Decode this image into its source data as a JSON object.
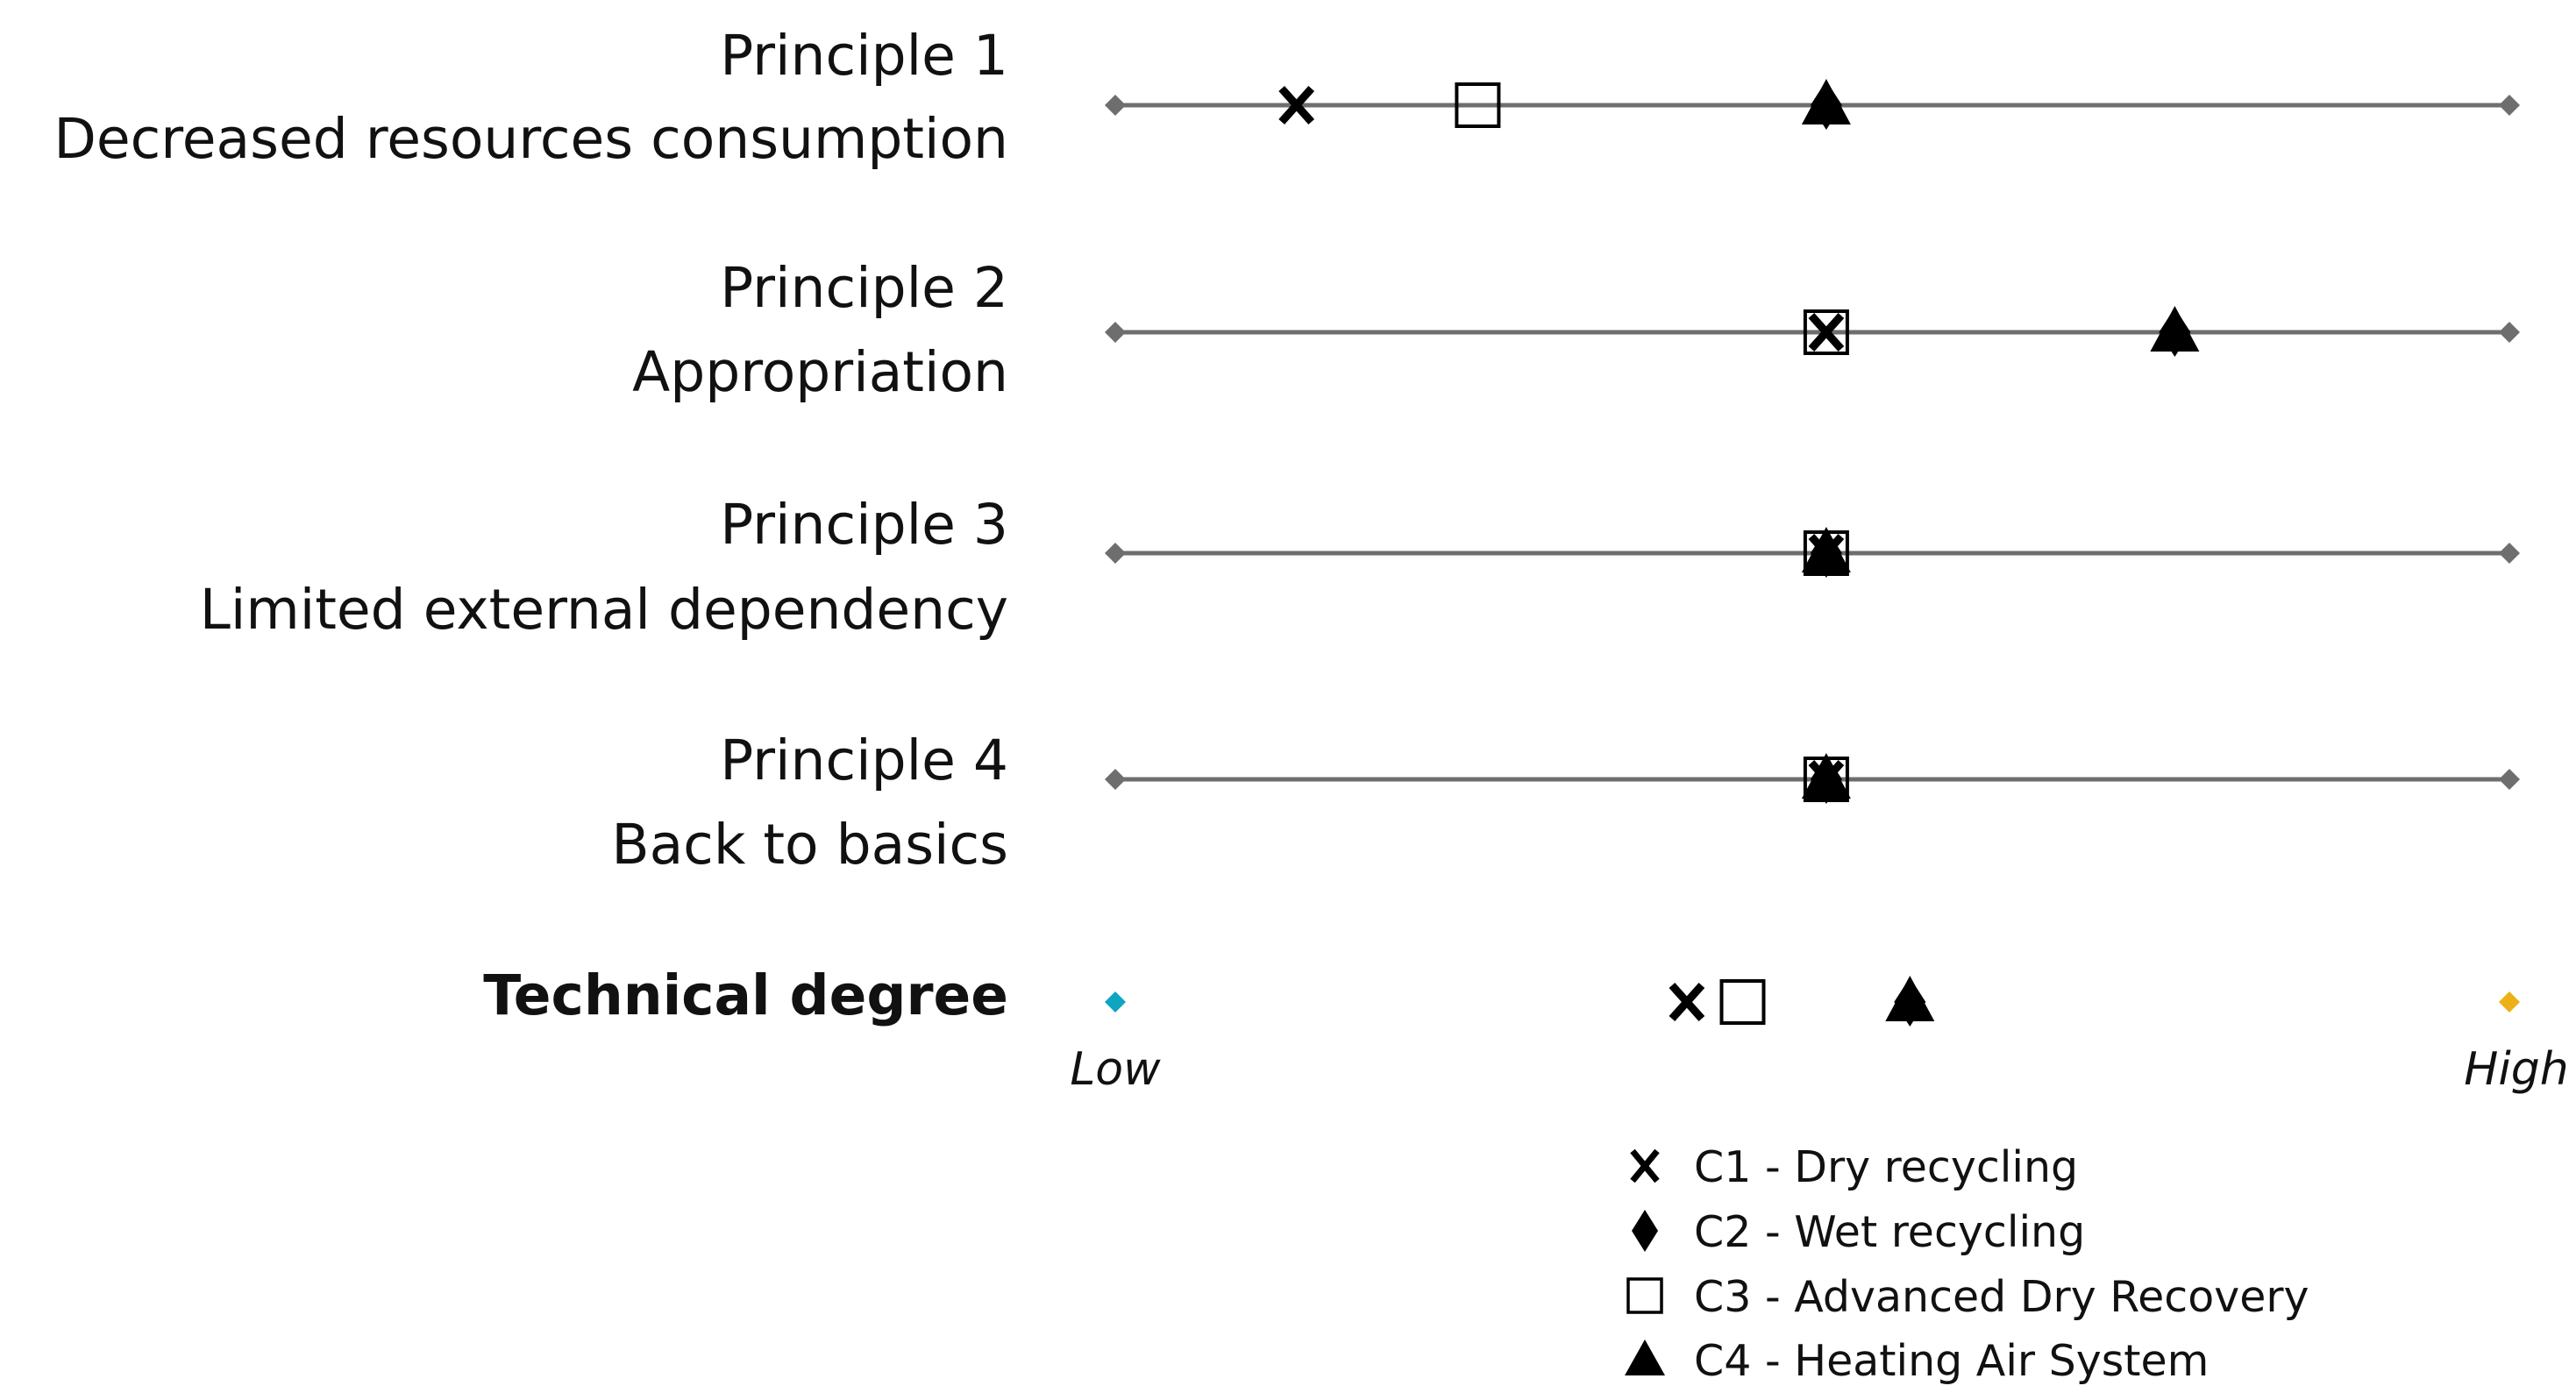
{
  "chart_data": {
    "type": "scatter",
    "x_range": [
      0,
      1
    ],
    "x_tick_labels": {
      "low": "Low",
      "high": "High"
    },
    "series": [
      {
        "name": "C1 - Dry recycling",
        "marker": "x"
      },
      {
        "name": "C2 - Wet recycling",
        "marker": "diamond"
      },
      {
        "name": "C3 - Advanced Dry Recovery",
        "marker": "square"
      },
      {
        "name": "C4 - Heating Air System",
        "marker": "triangle"
      }
    ],
    "rows": [
      {
        "title": "Principle 1",
        "subtitle": "Decreased resources consumption",
        "values": [
          0.13,
          0.51,
          0.26,
          0.51
        ]
      },
      {
        "title": "Principle 2",
        "subtitle": "Appropriation",
        "values": [
          0.51,
          0.76,
          0.51,
          0.76
        ]
      },
      {
        "title": "Principle 3",
        "subtitle": "Limited external dependency",
        "values": [
          0.51,
          0.51,
          0.51,
          0.51
        ]
      },
      {
        "title": "Principle 4",
        "subtitle": "Back to basics",
        "values": [
          0.51,
          0.51,
          0.51,
          0.51
        ]
      }
    ],
    "technical_degree": {
      "title": "Technical degree",
      "values": [
        0.41,
        0.57,
        0.45,
        0.57
      ]
    },
    "legend_position": "bottom-center"
  },
  "colors": {
    "axis_line": "#6e6e6e",
    "marker": "#000000",
    "gradient_start": "#0ea5c0",
    "gradient_mid": "#f8e24a",
    "gradient_end": "#ecb116"
  }
}
